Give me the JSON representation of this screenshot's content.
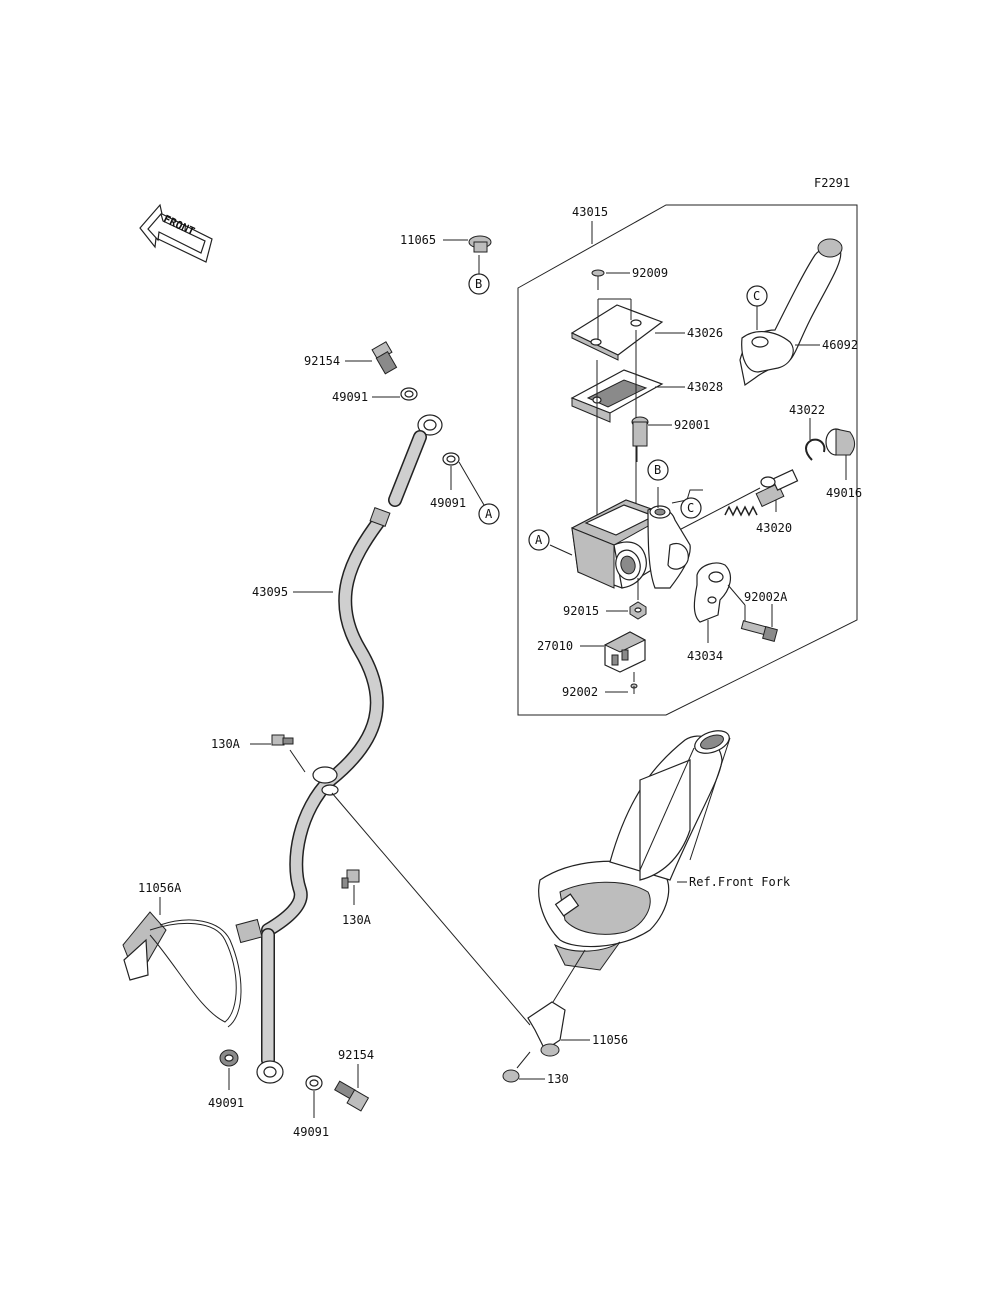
{
  "figure_code": "F2291",
  "front_label": "FRONT",
  "ref_label": "Ref.Front Fork",
  "callouts": {
    "A": "A",
    "B": "B",
    "C": "C"
  },
  "parts": {
    "p11065": "11065",
    "p92154_top": "92154",
    "p49091_top": "49091",
    "p49091_mid": "49091",
    "p43095": "43095",
    "p130A_top": "130A",
    "p11056A": "11056A",
    "p130A_mid": "130A",
    "p49091_bl": "49091",
    "p49091_bc": "49091",
    "p92154_bot": "92154",
    "p11056": "11056",
    "p130": "130",
    "p43015": "43015",
    "p92009": "92009",
    "p43026": "43026",
    "p43028": "43028",
    "p92001": "92001",
    "p46092": "46092",
    "p43022": "43022",
    "p49016": "49016",
    "p43020": "43020",
    "p92015": "92015",
    "p92002A": "92002A",
    "p27010": "27010",
    "p43034": "43034",
    "p92002": "92002"
  }
}
